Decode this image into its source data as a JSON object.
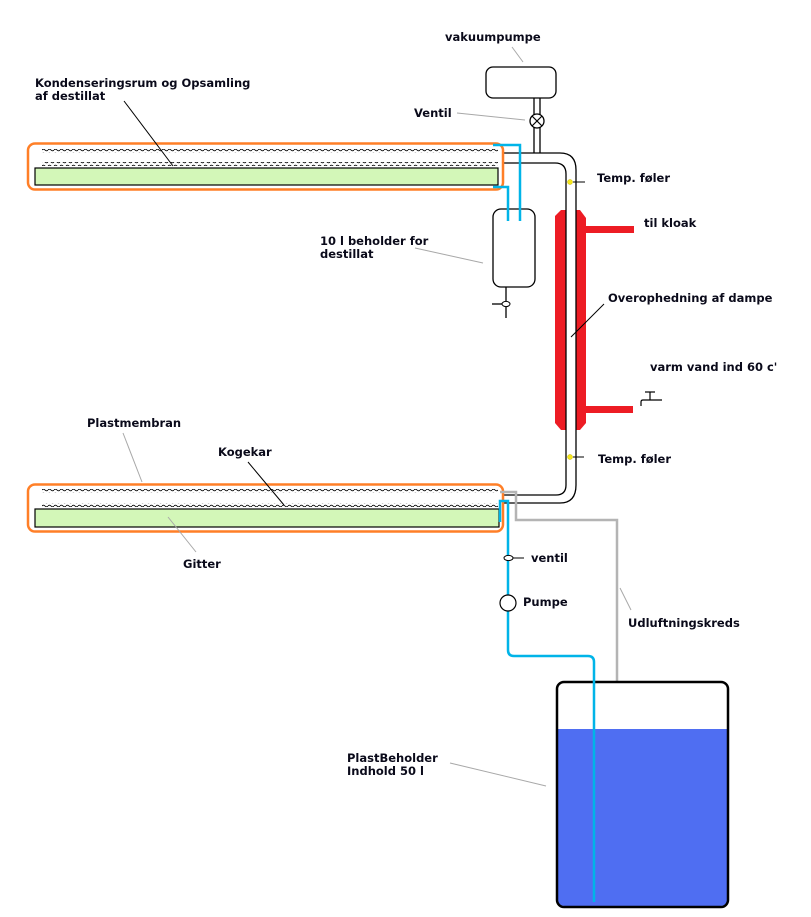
{
  "diagram": {
    "type": "vacuum distillation process diagram",
    "labels": {
      "vacuum_pump": "vakuumpumpe",
      "valve_top": "Ventil",
      "condenser": [
        "Kondenseringsrum og Opsamling",
        "af destillat"
      ],
      "distillate_container": [
        "10 l beholder for",
        "destillat"
      ],
      "temp_sensor_upper": "Temp. føler",
      "drain": "til kloak",
      "superheating": "Overophedning af dampe",
      "hot_water_in": "varm vand ind 60 c'",
      "temp_sensor_lower": "Temp. føler",
      "plastic_membrane": "Plastmembran",
      "boiling_vessel": "Kogekar",
      "grid": "Gitter",
      "valve_lower": "ventil",
      "pump": "Pumpe",
      "venting_circuit": "Udluftningskreds",
      "plastic_container": [
        "PlastBeholder",
        "Indhold 50 l"
      ]
    },
    "components": [
      {
        "id": "vacuum-pump",
        "label_ref": "vacuum_pump"
      },
      {
        "id": "valve-top",
        "label_ref": "valve_top"
      },
      {
        "id": "condenser-tray",
        "label_ref": "condenser"
      },
      {
        "id": "distillate-container",
        "label_ref": "distillate_container"
      },
      {
        "id": "heating-jacket",
        "label_ref": "superheating"
      },
      {
        "id": "boiling-tray",
        "label_ref": "boiling_vessel"
      },
      {
        "id": "pump",
        "label_ref": "pump"
      },
      {
        "id": "plastic-container",
        "label_ref": "plastic_container",
        "fill_level_fraction": 0.79
      }
    ],
    "colors": {
      "tray_outline": "#ff7f27",
      "grid_fill": "#d3f7b8",
      "heating_jacket": "#ed1c24",
      "water_pipe": "#00b4e8",
      "water": "#4f6ef2",
      "vent_line": "#b4b4b4",
      "sensor": "#f5e61a"
    }
  }
}
